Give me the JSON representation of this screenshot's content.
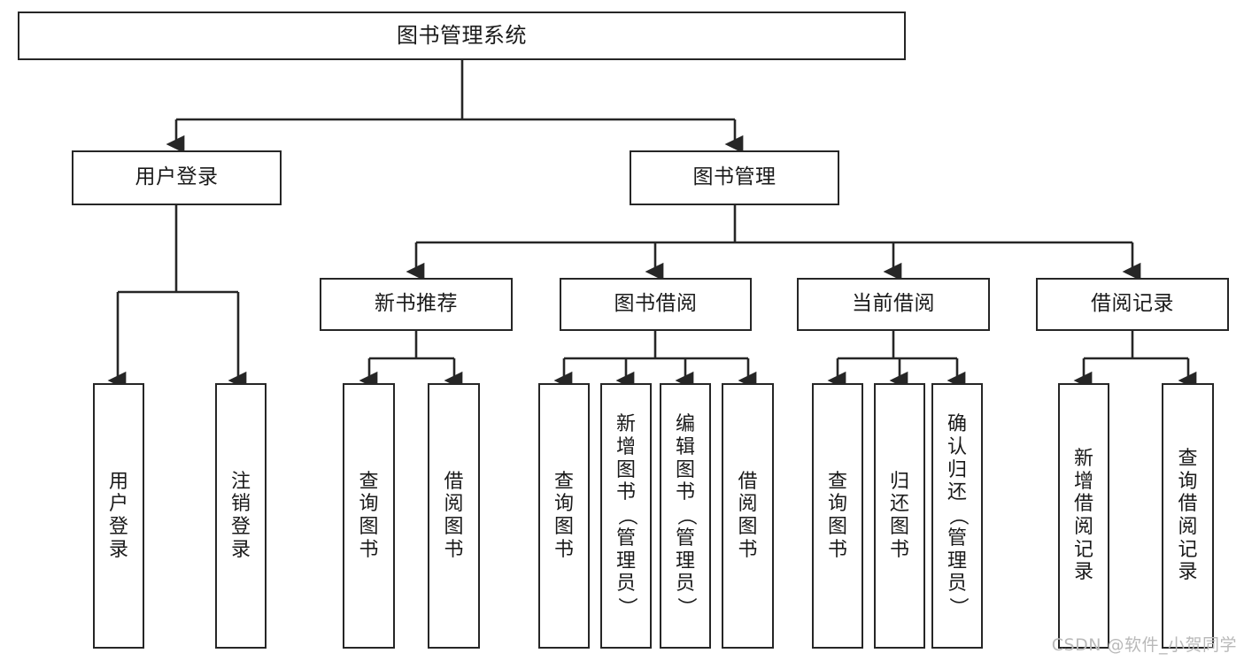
{
  "diagram": {
    "title": "图书管理系统",
    "watermark": "CSDN @软件_小贺同学",
    "accent_color": "#262626",
    "background_color": "#ffffff",
    "levels": {
      "root": {
        "label": "图书管理系统"
      },
      "level2": [
        {
          "label": "用户登录"
        },
        {
          "label": "图书管理"
        }
      ],
      "level3": [
        {
          "label": "新书推荐"
        },
        {
          "label": "图书借阅"
        },
        {
          "label": "当前借阅"
        },
        {
          "label": "借阅记录"
        }
      ],
      "leaves": {
        "user_login": [
          {
            "label": "用户登录"
          },
          {
            "label": "注销登录"
          }
        ],
        "new_book_recommend": [
          {
            "label": "查询图书"
          },
          {
            "label": "借阅图书"
          }
        ],
        "book_borrow": [
          {
            "label": "查询图书"
          },
          {
            "label": "新增图书（管理员）"
          },
          {
            "label": "编辑图书（管理员）"
          },
          {
            "label": "借阅图书"
          }
        ],
        "current_borrow": [
          {
            "label": "查询图书"
          },
          {
            "label": "归还图书"
          },
          {
            "label": "确认归还（管理员）"
          }
        ],
        "borrow_record": [
          {
            "label": "新增借阅记录"
          },
          {
            "label": "查询借阅记录"
          }
        ]
      }
    }
  }
}
